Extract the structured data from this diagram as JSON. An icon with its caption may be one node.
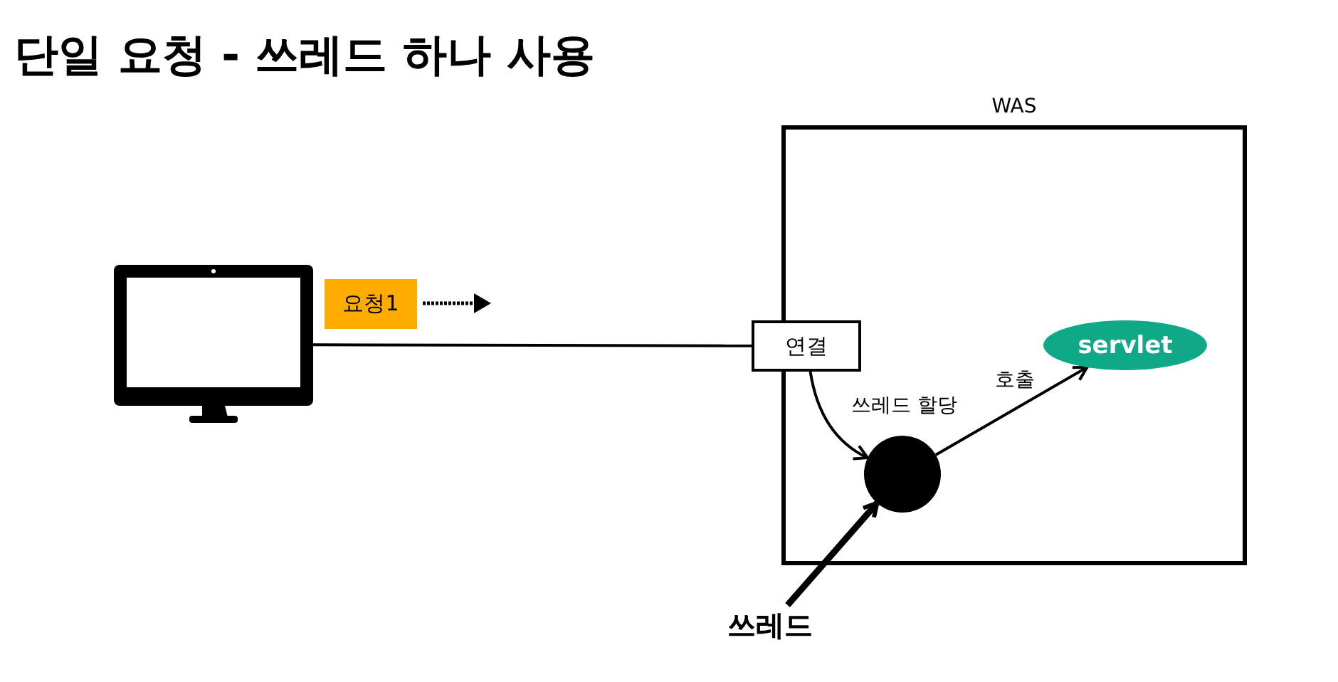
{
  "diagram": {
    "title": "단일 요청 - 쓰레드 하나 사용",
    "nodes": [
      {
        "text": [],
        "shape": "picture"
      },
      {
        "text": [
          "요청1"
        ]
      },
      {
        "text": [
          "WAS"
        ]
      },
      {
        "text": [
          "연결"
        ],
        "in": 2
      },
      {
        "text": [
          "servlet"
        ],
        "in": 2
      },
      {
        "text": [],
        "shape": "circle",
        "in": 2
      },
      {
        "text": [
          "쓰레드"
        ]
      }
    ],
    "edges": [
      {
        "from": 0,
        "to": 3,
        "arrow": "none"
      },
      {
        "from": 3,
        "to": 5,
        "arrow": "to",
        "label": "쓰레드 할당"
      },
      {
        "from": 5,
        "to": 4,
        "arrow": "to",
        "label": "호출"
      },
      {
        "from": 6,
        "to": 5,
        "arrow": "to",
        "style": "thick"
      }
    ]
  }
}
